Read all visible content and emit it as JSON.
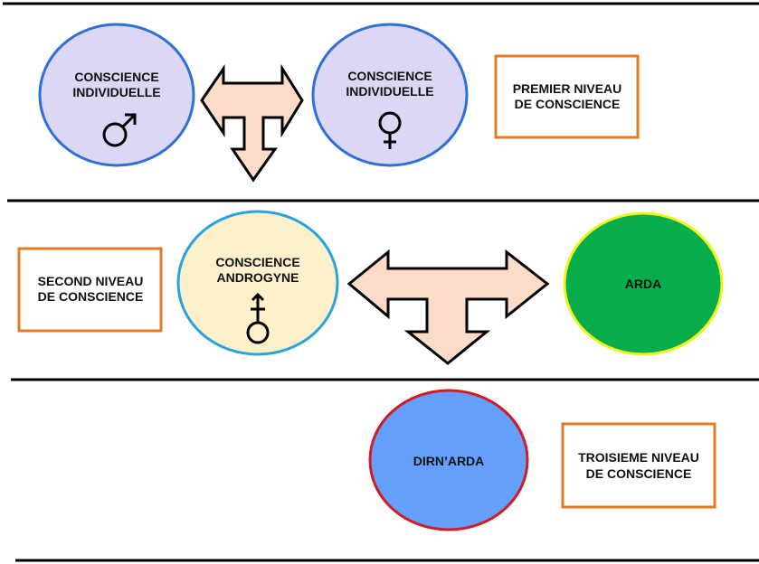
{
  "levels": [
    {
      "label_lines": [
        "PREMIER NIVEAU",
        "DE CONSCIENCE"
      ],
      "nodes": [
        {
          "lines": [
            "CONSCIENCE",
            "INDIVIDUELLE"
          ],
          "symbol": "male-symbol-icon",
          "fill": "#dcd7f5",
          "stroke": "#2f6fd6"
        },
        {
          "lines": [
            "CONSCIENCE",
            "INDIVIDUELLE"
          ],
          "symbol": "female-symbol-icon",
          "fill": "#dcd7f5",
          "stroke": "#2f6fd6"
        }
      ]
    },
    {
      "label_lines": [
        "SECOND NIVEAU",
        "DE CONSCIENCE"
      ],
      "nodes": [
        {
          "lines": [
            "CONSCIENCE",
            "ANDROGYNE"
          ],
          "symbol": "androgyne-symbol-icon",
          "fill": "#fdf1cc",
          "stroke": "#27a4dd"
        },
        {
          "lines": [
            "ARDA"
          ],
          "fill": "#06ad4a",
          "stroke": "#f2f21a"
        }
      ]
    },
    {
      "label_lines": [
        "TROISIEME NIVEAU",
        "DE CONSCIENCE"
      ],
      "nodes": [
        {
          "lines": [
            "DIRN’ARDA"
          ],
          "fill": "#64a0fb",
          "stroke": "#d01c24"
        }
      ]
    }
  ],
  "colors": {
    "arrow_fill": "#fcdcc8",
    "label_box_border": "#e07b24",
    "divider": "#000000"
  }
}
